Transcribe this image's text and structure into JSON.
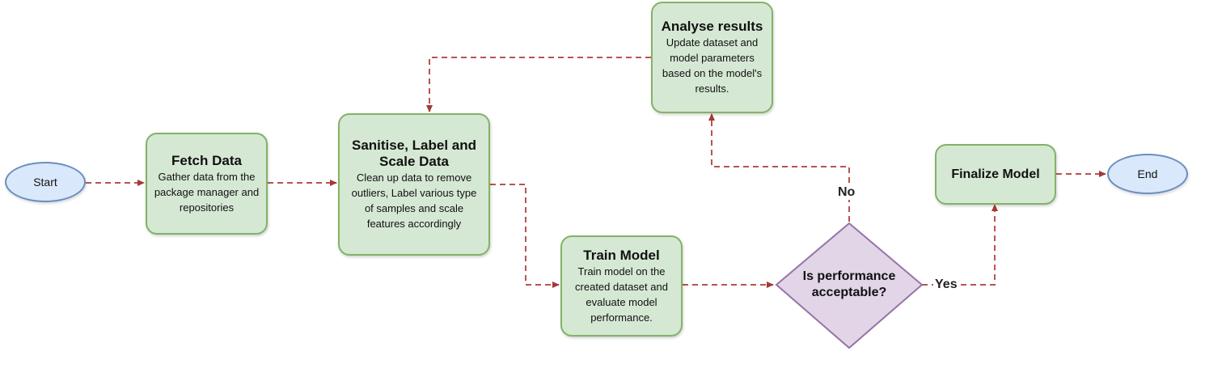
{
  "nodes": {
    "start": "Start",
    "fetch": {
      "title": "Fetch Data",
      "desc": "Gather data from the package manager and repositories"
    },
    "sanitise": {
      "title": "Sanitise, Label and Scale Data",
      "desc": "Clean up data to remove outliers, Label various type of samples and scale features accordingly"
    },
    "train": {
      "title": "Train Model",
      "desc": "Train model on the created dataset and evaluate model performance."
    },
    "decision": "Is performance acceptable?",
    "analyse": {
      "title": "Analyse results",
      "desc": "Update dataset and model parameters based on the model's results."
    },
    "finalize": "Finalize Model",
    "end": "End"
  },
  "edge_labels": {
    "no": "No",
    "yes": "Yes"
  },
  "colors": {
    "process_fill": "#d5e8d4",
    "process_stroke": "#82b366",
    "terminal_fill": "#dae8fc",
    "terminal_stroke": "#6c8ebf",
    "decision_fill": "#e1d5e7",
    "decision_stroke": "#9673a6",
    "arrow": "#b85450"
  }
}
